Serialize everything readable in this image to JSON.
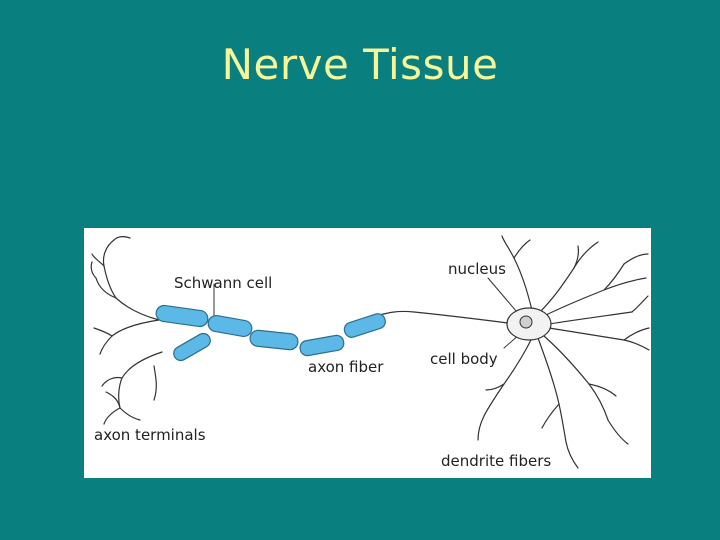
{
  "slide": {
    "title": "Nerve Tissue"
  },
  "diagram": {
    "labels": {
      "schwann_cell": "Schwann cell",
      "nucleus": "nucleus",
      "axon_fiber": "axon fiber",
      "cell_body": "cell body",
      "axon_terminals": "axon terminals",
      "dendrite_fibers": "dendrite fibers"
    },
    "colors": {
      "background": "#0a7f7f",
      "title": "#f5f59a",
      "myelin": "#5cb8e6",
      "line": "#333333"
    }
  }
}
